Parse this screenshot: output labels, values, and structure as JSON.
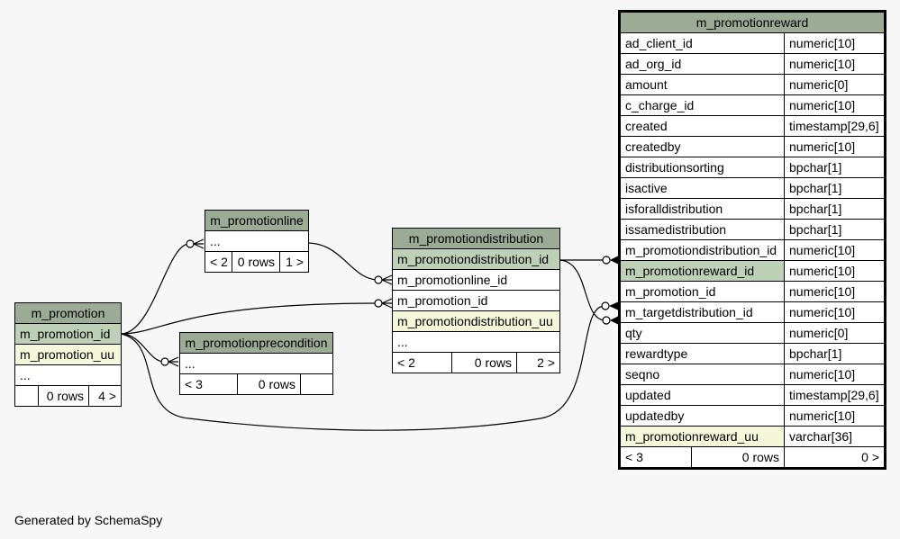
{
  "footer": "Generated by SchemaSpy",
  "tables": {
    "promotionline": {
      "name": "m_promotionline",
      "ellipsis": "...",
      "footer": [
        "< 2",
        "0 rows",
        "1 >"
      ]
    },
    "promotion": {
      "name": "m_promotion",
      "columns": [
        "m_promotion_id",
        "m_promotion_uu"
      ],
      "ellipsis": "...",
      "footer": [
        "",
        "0 rows",
        "4 >"
      ]
    },
    "promotionprecondition": {
      "name": "m_promotionprecondition",
      "ellipsis": "...",
      "footer": [
        "< 3",
        "0 rows",
        ""
      ]
    },
    "promotiondistribution": {
      "name": "m_promotiondistribution",
      "columns": [
        "m_promotiondistribution_id",
        "m_promotionline_id",
        "m_promotion_id",
        "m_promotiondistribution_uu"
      ],
      "ellipsis": "...",
      "footer": [
        "< 2",
        "0 rows",
        "2 >"
      ]
    },
    "promotionreward": {
      "name": "m_promotionreward",
      "columns": [
        {
          "name": "ad_client_id",
          "type": "numeric[10]"
        },
        {
          "name": "ad_org_id",
          "type": "numeric[10]"
        },
        {
          "name": "amount",
          "type": "numeric[0]"
        },
        {
          "name": "c_charge_id",
          "type": "numeric[10]"
        },
        {
          "name": "created",
          "type": "timestamp[29,6]"
        },
        {
          "name": "createdby",
          "type": "numeric[10]"
        },
        {
          "name": "distributionsorting",
          "type": "bpchar[1]"
        },
        {
          "name": "isactive",
          "type": "bpchar[1]"
        },
        {
          "name": "isforalldistribution",
          "type": "bpchar[1]"
        },
        {
          "name": "issamedistribution",
          "type": "bpchar[1]"
        },
        {
          "name": "m_promotiondistribution_id",
          "type": "numeric[10]"
        },
        {
          "name": "m_promotionreward_id",
          "type": "numeric[10]"
        },
        {
          "name": "m_promotion_id",
          "type": "numeric[10]"
        },
        {
          "name": "m_targetdistribution_id",
          "type": "numeric[10]"
        },
        {
          "name": "qty",
          "type": "numeric[0]"
        },
        {
          "name": "rewardtype",
          "type": "bpchar[1]"
        },
        {
          "name": "seqno",
          "type": "numeric[10]"
        },
        {
          "name": "updated",
          "type": "timestamp[29,6]"
        },
        {
          "name": "updatedby",
          "type": "numeric[10]"
        },
        {
          "name": "m_promotionreward_uu",
          "type": "varchar[36]"
        }
      ],
      "footer": [
        "< 3",
        "0 rows",
        "0 >"
      ]
    }
  }
}
